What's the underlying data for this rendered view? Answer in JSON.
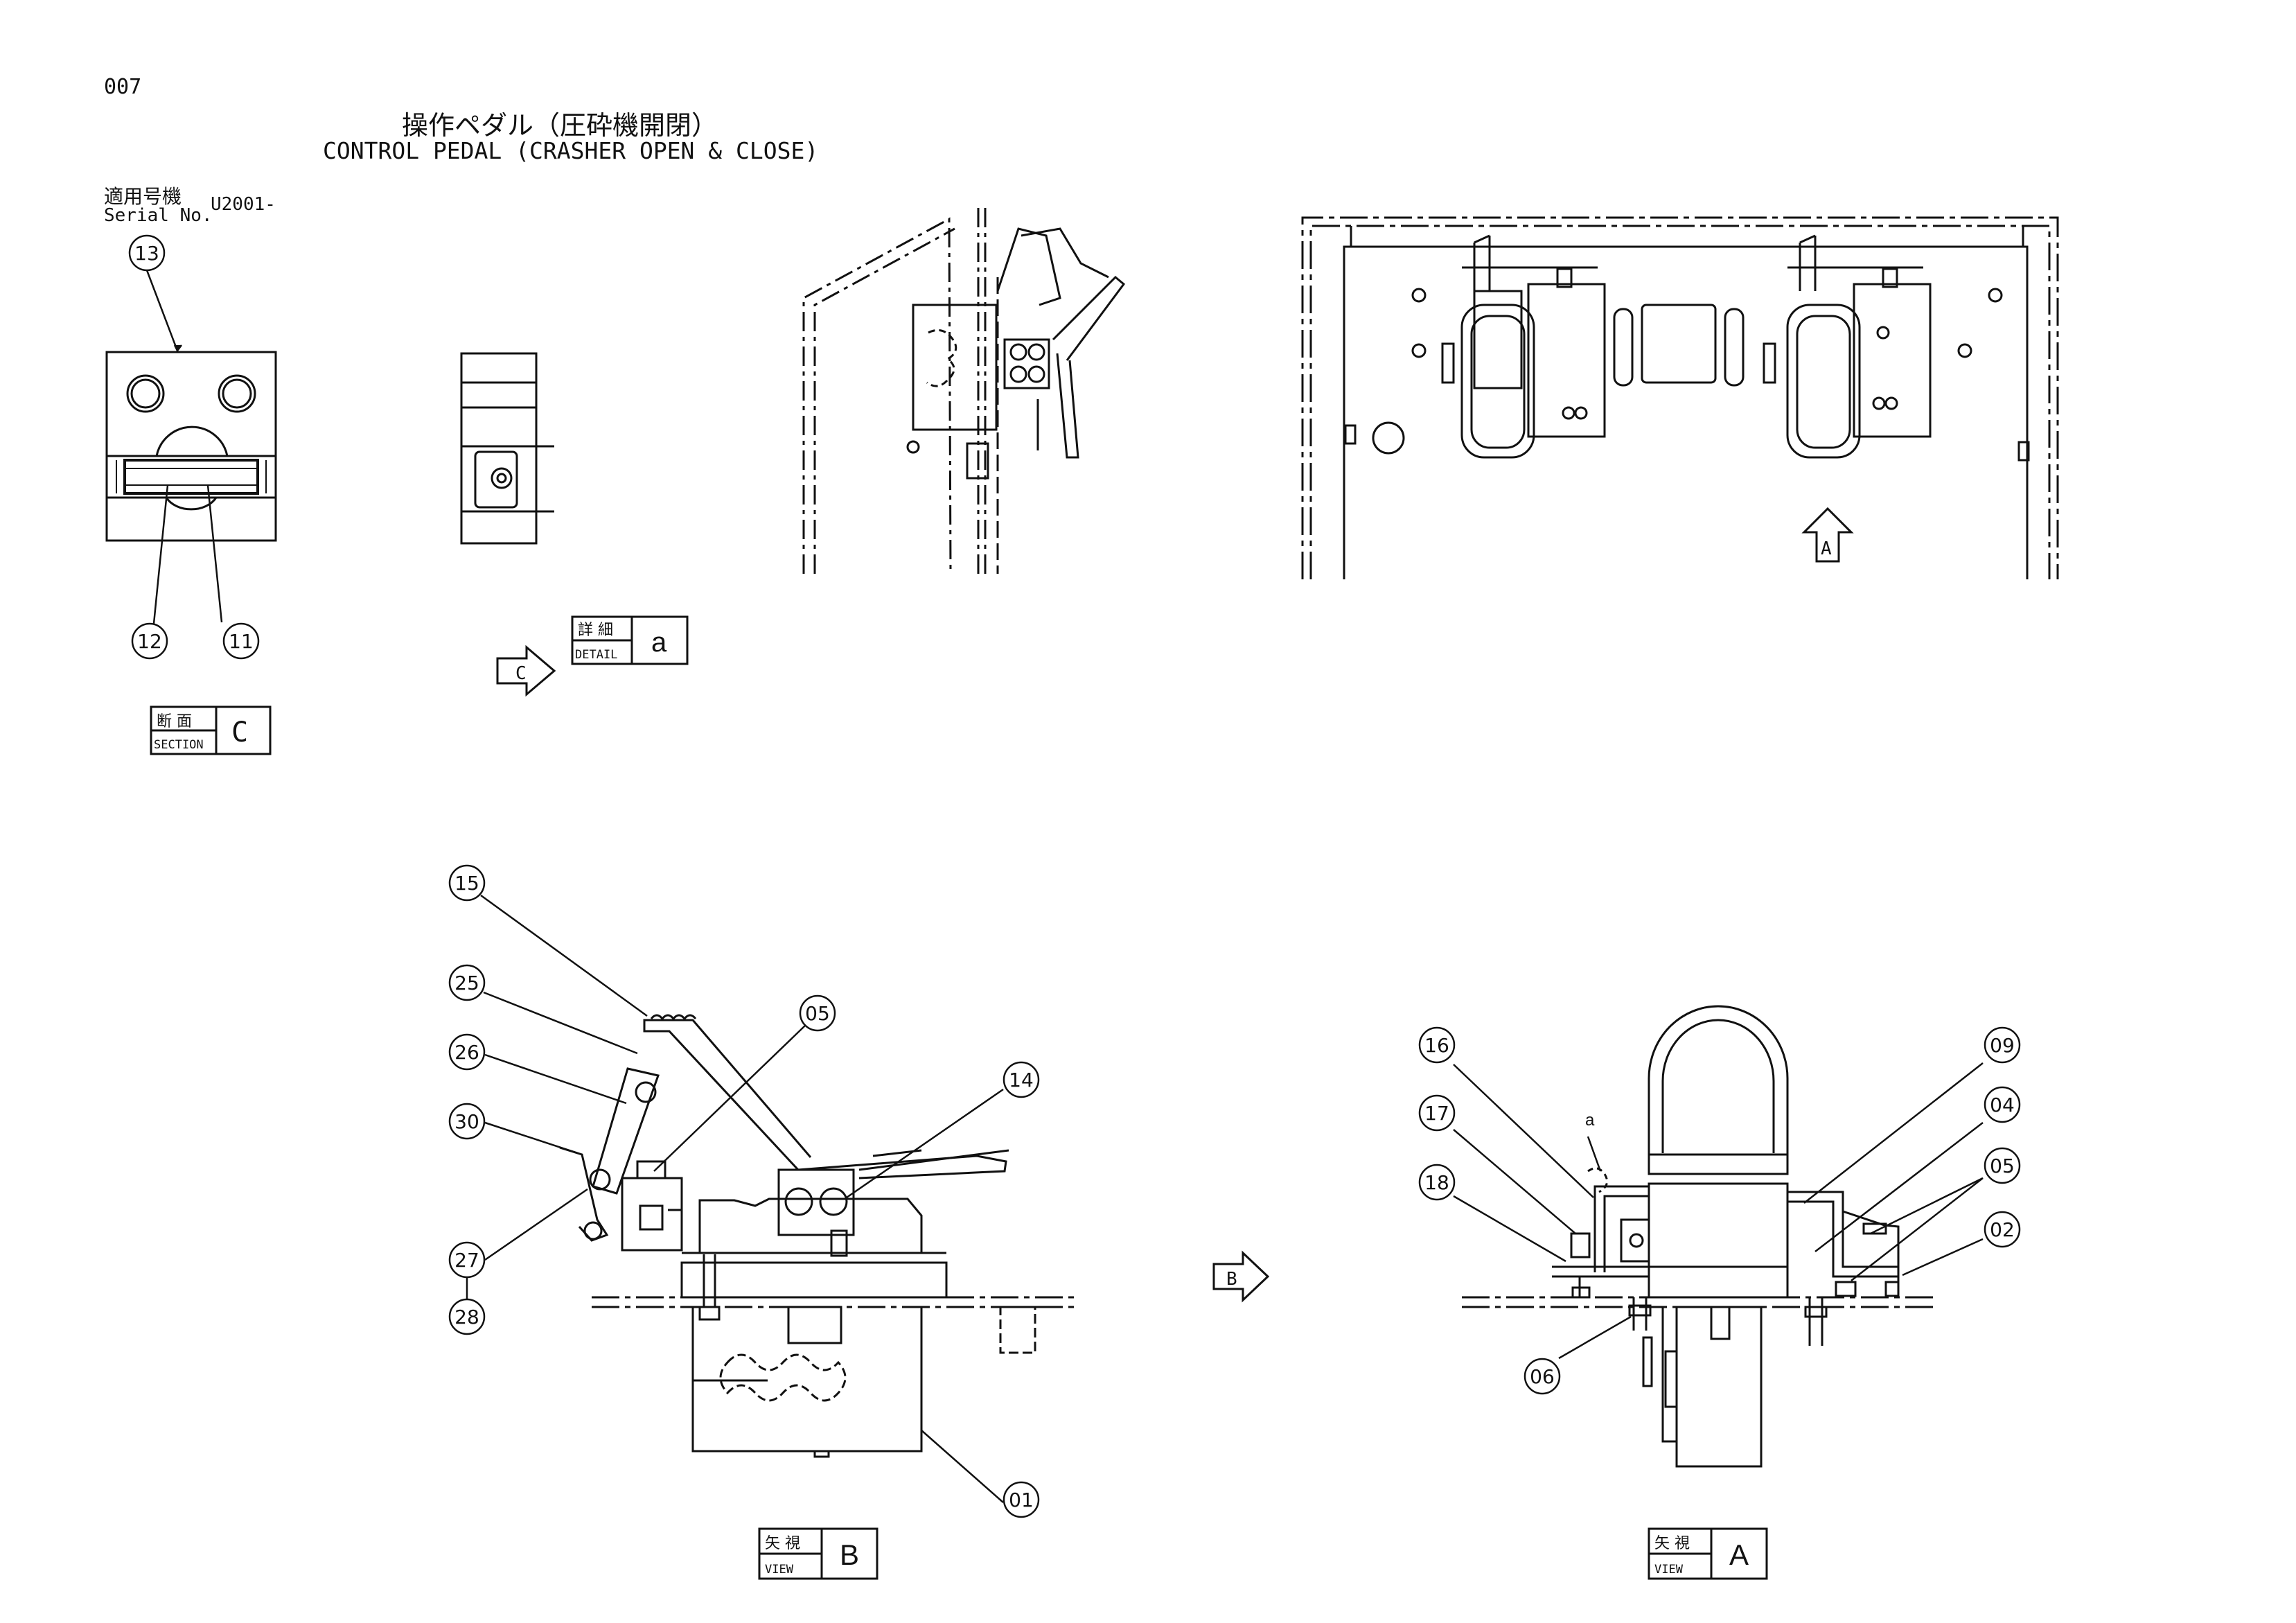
{
  "page_no": "007",
  "title": {
    "jp": "操作ペダル（圧砕機開閉）",
    "en": "CONTROL PEDAL (CRASHER OPEN & CLOSE)"
  },
  "serial": {
    "label_jp": "適用号機",
    "label_en": "Serial No.",
    "value": "U2001-"
  },
  "part_numbers": [
    "13",
    "12",
    "11",
    "15",
    "25",
    "26",
    "30",
    "27",
    "28",
    "05",
    "14",
    "01",
    "16",
    "17",
    "18",
    "06",
    "09",
    "04",
    "05",
    "02"
  ],
  "detail_letter": "a",
  "view_labels": {
    "section_c": {
      "jp": "断 面",
      "en": "SECTION",
      "letter": "C"
    },
    "detail_a": {
      "jp": "詳 細",
      "en": "DETAIL",
      "letter": "a"
    },
    "view_b": {
      "jp": "矢 視",
      "en": "VIEW",
      "letter": "B"
    },
    "view_a": {
      "jp": "矢 視",
      "en": "VIEW",
      "letter": "A"
    }
  },
  "arrow_labels": {
    "c": "C",
    "a": "A",
    "b": "B"
  }
}
